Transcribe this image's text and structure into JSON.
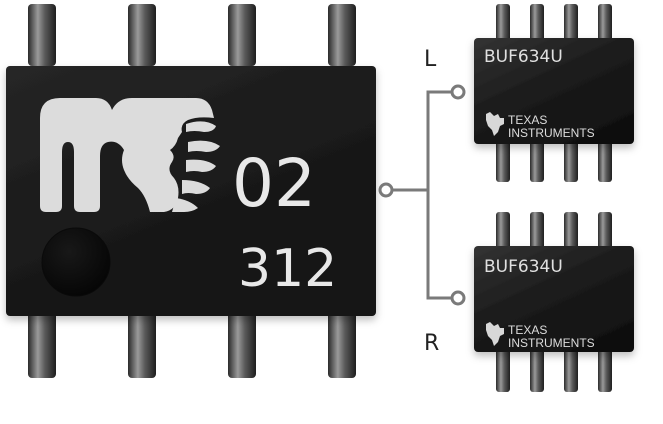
{
  "main_chip": {
    "logo_icon": "human-face-profile-logo-icon",
    "code_line1": "02",
    "code_line2": "312"
  },
  "buffer_chips": [
    {
      "channel_label": "L",
      "part_number": "BUF634U",
      "brand_line1": "TEXAS",
      "brand_line2": "INSTRUMENTS",
      "brand_icon": "ti-state-logo-icon"
    },
    {
      "channel_label": "R",
      "part_number": "BUF634U",
      "brand_line1": "TEXAS",
      "brand_line2": "INSTRUMENTS",
      "brand_icon": "ti-state-logo-icon"
    }
  ],
  "colors": {
    "chip_body": "#1a1a1a",
    "chip_marking": "#e8e8e8",
    "pin_metal": "#8a8a8a",
    "connector_line": "#7a7a7a",
    "background": "#ffffff"
  }
}
